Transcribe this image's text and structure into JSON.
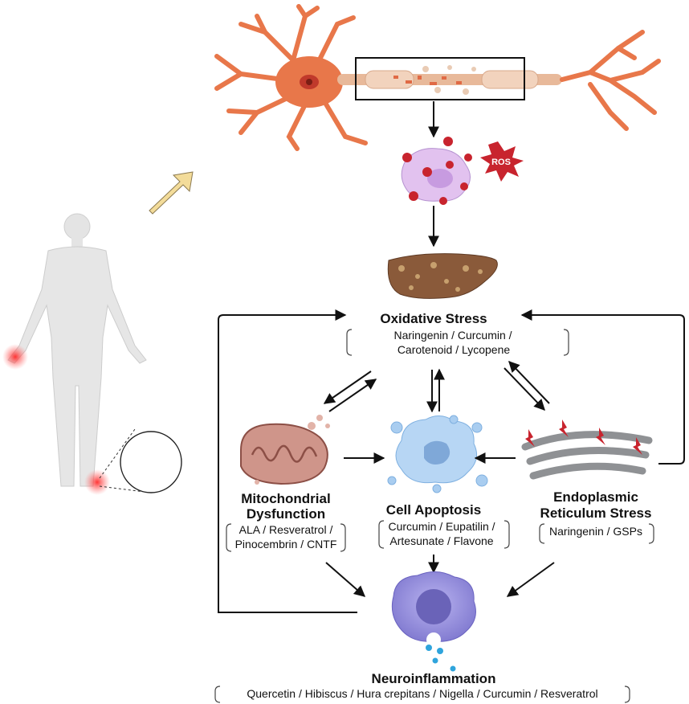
{
  "ros_label": "ROS",
  "nodes": {
    "oxidative_stress": {
      "title": "Oxidative Stress",
      "compounds_line1": "Naringenin / Curcumin /",
      "compounds_line2": "Carotenoid / Lycopene"
    },
    "mitochondrial": {
      "title_line1": "Mitochondrial",
      "title_line2": "Dysfunction",
      "compounds_line1": "ALA / Resveratrol /",
      "compounds_line2": "Pinocembrin / CNTF"
    },
    "apoptosis": {
      "title": "Cell Apoptosis",
      "compounds_line1": "Curcumin / Eupatilin /",
      "compounds_line2": "Artesunate / Flavone"
    },
    "er_stress": {
      "title_line1": "Endoplasmic",
      "title_line2": "Reticulum Stress",
      "compounds_line1": "Naringenin / GSPs"
    },
    "neuroinflammation": {
      "title": "Neuroinflammation",
      "compounds_line1": "Quercetin / Hibiscus / Hura crepitans / Nigella / Curcumin / Resveratrol"
    }
  },
  "colors": {
    "neuron": "#e8774a",
    "liver": "#8a5a3a",
    "ros_burst": "#c8242e",
    "mito": "#c98a80",
    "apoptotic_cell": "#a9cdf0",
    "er": "#8f9194",
    "immune_cell": "#8f8ad8",
    "inflammation_glow": "#ff3b3b",
    "body": "#e6e6e6",
    "pointer_arrow": "#f3dc9a"
  }
}
